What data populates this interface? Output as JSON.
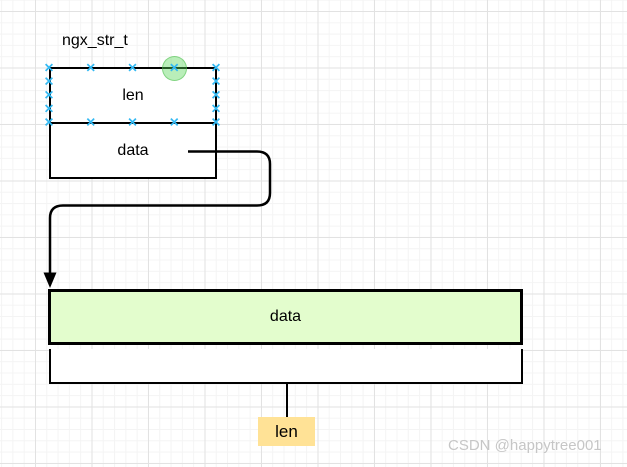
{
  "diagram": {
    "title": "ngx_str_t",
    "struct_fields": [
      "len",
      "data"
    ],
    "buffer_label": "data",
    "len_tag": "len",
    "colors": {
      "stroke": "#000000",
      "buffer_fill": "#e3fdcd",
      "len_tag_fill": "#ffe296",
      "connection_point": "#33b9f3",
      "highlight_green": "rgba(88, 214, 88, 0.42)",
      "watermark": "#c6c6c6"
    }
  },
  "watermark": "CSDN @happytree001"
}
